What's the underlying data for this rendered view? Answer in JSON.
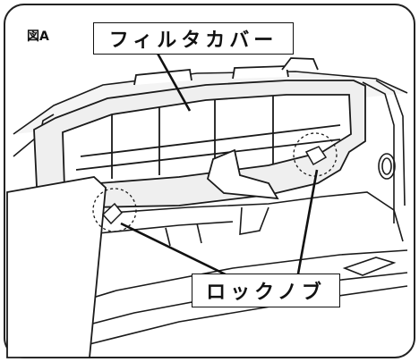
{
  "figure_label": "図A",
  "callouts": {
    "filter_cover": "フィルタカバー",
    "lock_knob": "ロックノブ"
  },
  "colors": {
    "frame": "#222222",
    "panel_fill": "#efefef",
    "line": "#1a1a1a",
    "background": "#ffffff"
  }
}
